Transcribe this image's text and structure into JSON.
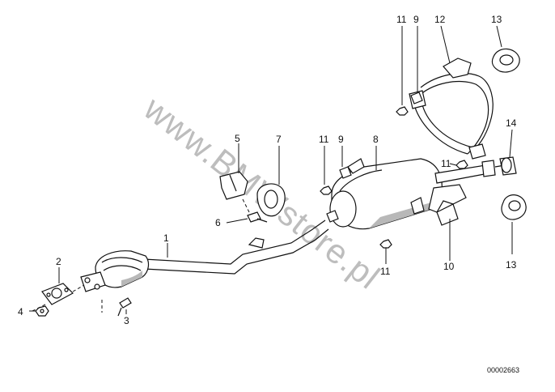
{
  "diagram": {
    "reference_number": "00002663",
    "watermark": "www.BMWstore.pl",
    "callouts": {
      "c1": "1",
      "c2": "2",
      "c3": "3",
      "c4": "4",
      "c5": "5",
      "c6": "6",
      "c7": "7",
      "c8": "8",
      "c9a": "9",
      "c9b": "9",
      "c10": "10",
      "c11a": "11",
      "c11b": "11",
      "c11c": "11",
      "c11d": "11",
      "c12": "12",
      "c13a": "13",
      "c13b": "13",
      "c14": "14"
    }
  },
  "colors": {
    "line": "#111111",
    "watermark": "#bdbdbd",
    "background": "#ffffff"
  }
}
